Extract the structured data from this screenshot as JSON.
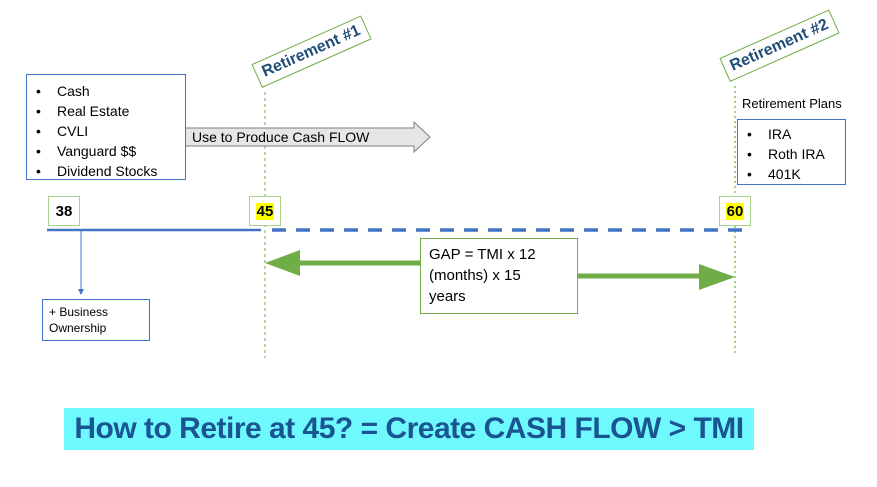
{
  "assets_box": {
    "items": [
      "Cash",
      "Real Estate",
      "CVLI",
      "Vanguard $$",
      "Dividend Stocks"
    ]
  },
  "cashflow_arrow": {
    "label": "Use to Produce Cash FLOW"
  },
  "retirement_1": {
    "label": "Retirement #1"
  },
  "retirement_2": {
    "label": "Retirement #2"
  },
  "retirement_plans": {
    "heading": "Retirement Plans",
    "items": [
      "IRA",
      "Roth IRA",
      "401K"
    ]
  },
  "ages": {
    "start": "38",
    "retire_1": "45",
    "retire_2": "60"
  },
  "business_box": {
    "line1": "+ Business",
    "line2": "Ownership"
  },
  "gap_box": {
    "line1": "GAP = TMI x 12",
    "line2": "(months) x 15",
    "line3": "years"
  },
  "title": "How to Retire at 45? = Create CASH FLOW > TMI",
  "colors": {
    "timeline_blue": "#4472c4",
    "accent_green": "#70ad47",
    "title_bg": "#6ef9ff",
    "title_text": "#1a5592",
    "highlight": "#ffff00"
  }
}
